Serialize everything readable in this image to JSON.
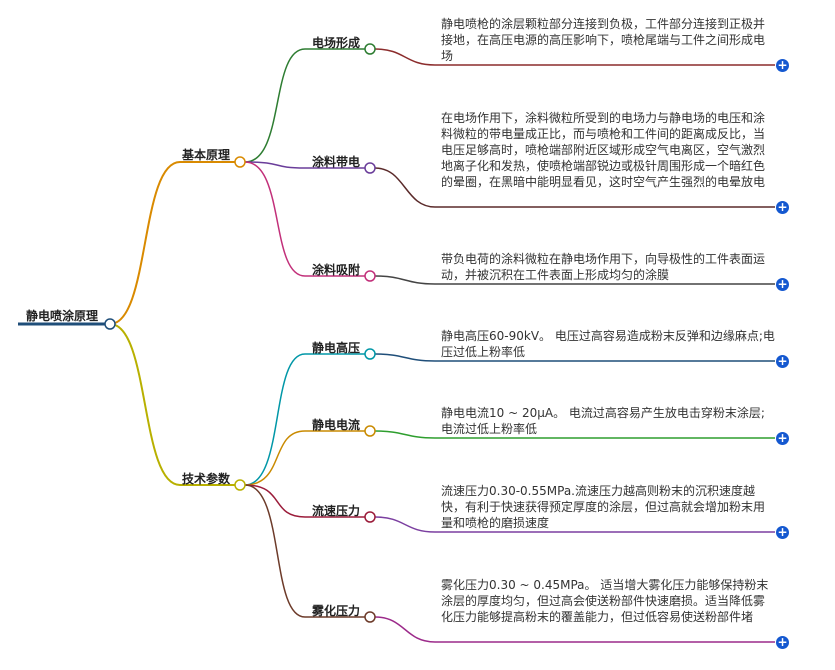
{
  "root": {
    "label": "静电喷涂原理"
  },
  "branches": [
    {
      "label": "基本原理",
      "color": "#d98a00",
      "children": [
        {
          "label": "电场形成",
          "color": "#2e7d32",
          "text": "静电喷枪的涂层颗粒部分连接到负极，工件部分连接到正极并接地，在高压电源的高压影响下，喷枪尾端与工件之间形成电场"
        },
        {
          "label": "涂料带电",
          "color": "#6a3d9a",
          "text": "在电场作用下，涂料微粒所受到的电场力与静电场的电压和涂料微粒的带电量成正比，而与喷枪和工件间的距离成反比，当电压足够高时，喷枪端部附近区域形成空气电离区，空气激烈地离子化和发热，使喷枪端部锐边或极针周围形成一个暗红色的晕圈，在黑暗中能明显看见，这时空气产生强烈的电晕放电"
        },
        {
          "label": "涂料吸附",
          "color": "#c2307a",
          "text": "带负电荷的涂料微粒在静电场作用下，向导极性的工件表面运动，并被沉积在工件表面上形成均匀的涂膜"
        }
      ]
    },
    {
      "label": "技术参数",
      "color": "#b8b000",
      "children": [
        {
          "label": "静电高压",
          "color": "#0097a7",
          "text": "静电高压60-90kV。 电压过高容易造成粉末反弹和边缘麻点;电压过低上粉率低"
        },
        {
          "label": "静电电流",
          "color": "#c98a00",
          "text": "静电电流10 ~ 20μA。 电流过高容易产生放电击穿粉末涂层;电流过低上粉率低"
        },
        {
          "label": "流速压力",
          "color": "#9b1c3a",
          "text": "流速压力0.30-0.55MPa.流速压力越高则粉末的沉积速度越快，有利于快速获得预定厚度的涂层，但过高就会增加粉末用量和喷枪的磨损速度"
        },
        {
          "label": "雾化压力",
          "color": "#6d3b2a",
          "text": "雾化压力0.30 ~ 0.45MPa。 适当增大雾化压力能够保持粉末涂层的厚度均匀，但过高会使送粉部件快速磨损。适当降低雾化压力能够提高粉末的覆盖能力，但过低容易使送粉部件堵"
        }
      ]
    }
  ],
  "expand_icon": "plus-circle-icon"
}
